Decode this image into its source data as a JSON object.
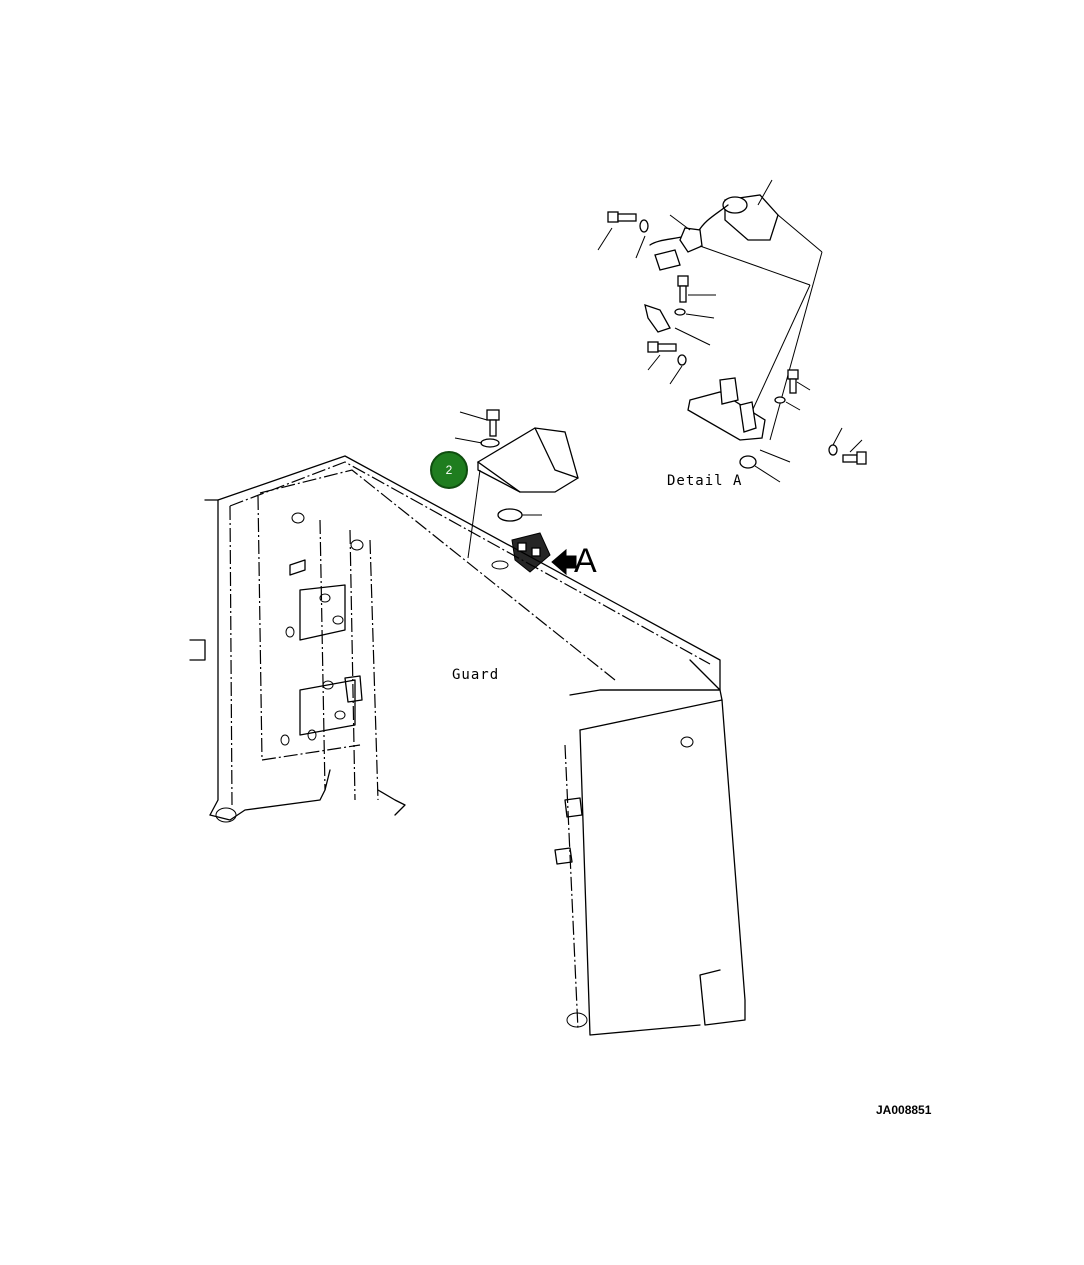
{
  "diagram": {
    "label_guard": "Guard",
    "label_detail": "Detail A",
    "label_view_letter": "A",
    "drawing_code": "JA008851",
    "callout_number": "2",
    "colors": {
      "callout_fill": "#1f7d1f",
      "line": "#000000",
      "background": "#ffffff"
    },
    "icons": {
      "arrow": "view-arrow-icon",
      "bolt": "bolt-icon",
      "washer": "washer-icon"
    }
  }
}
